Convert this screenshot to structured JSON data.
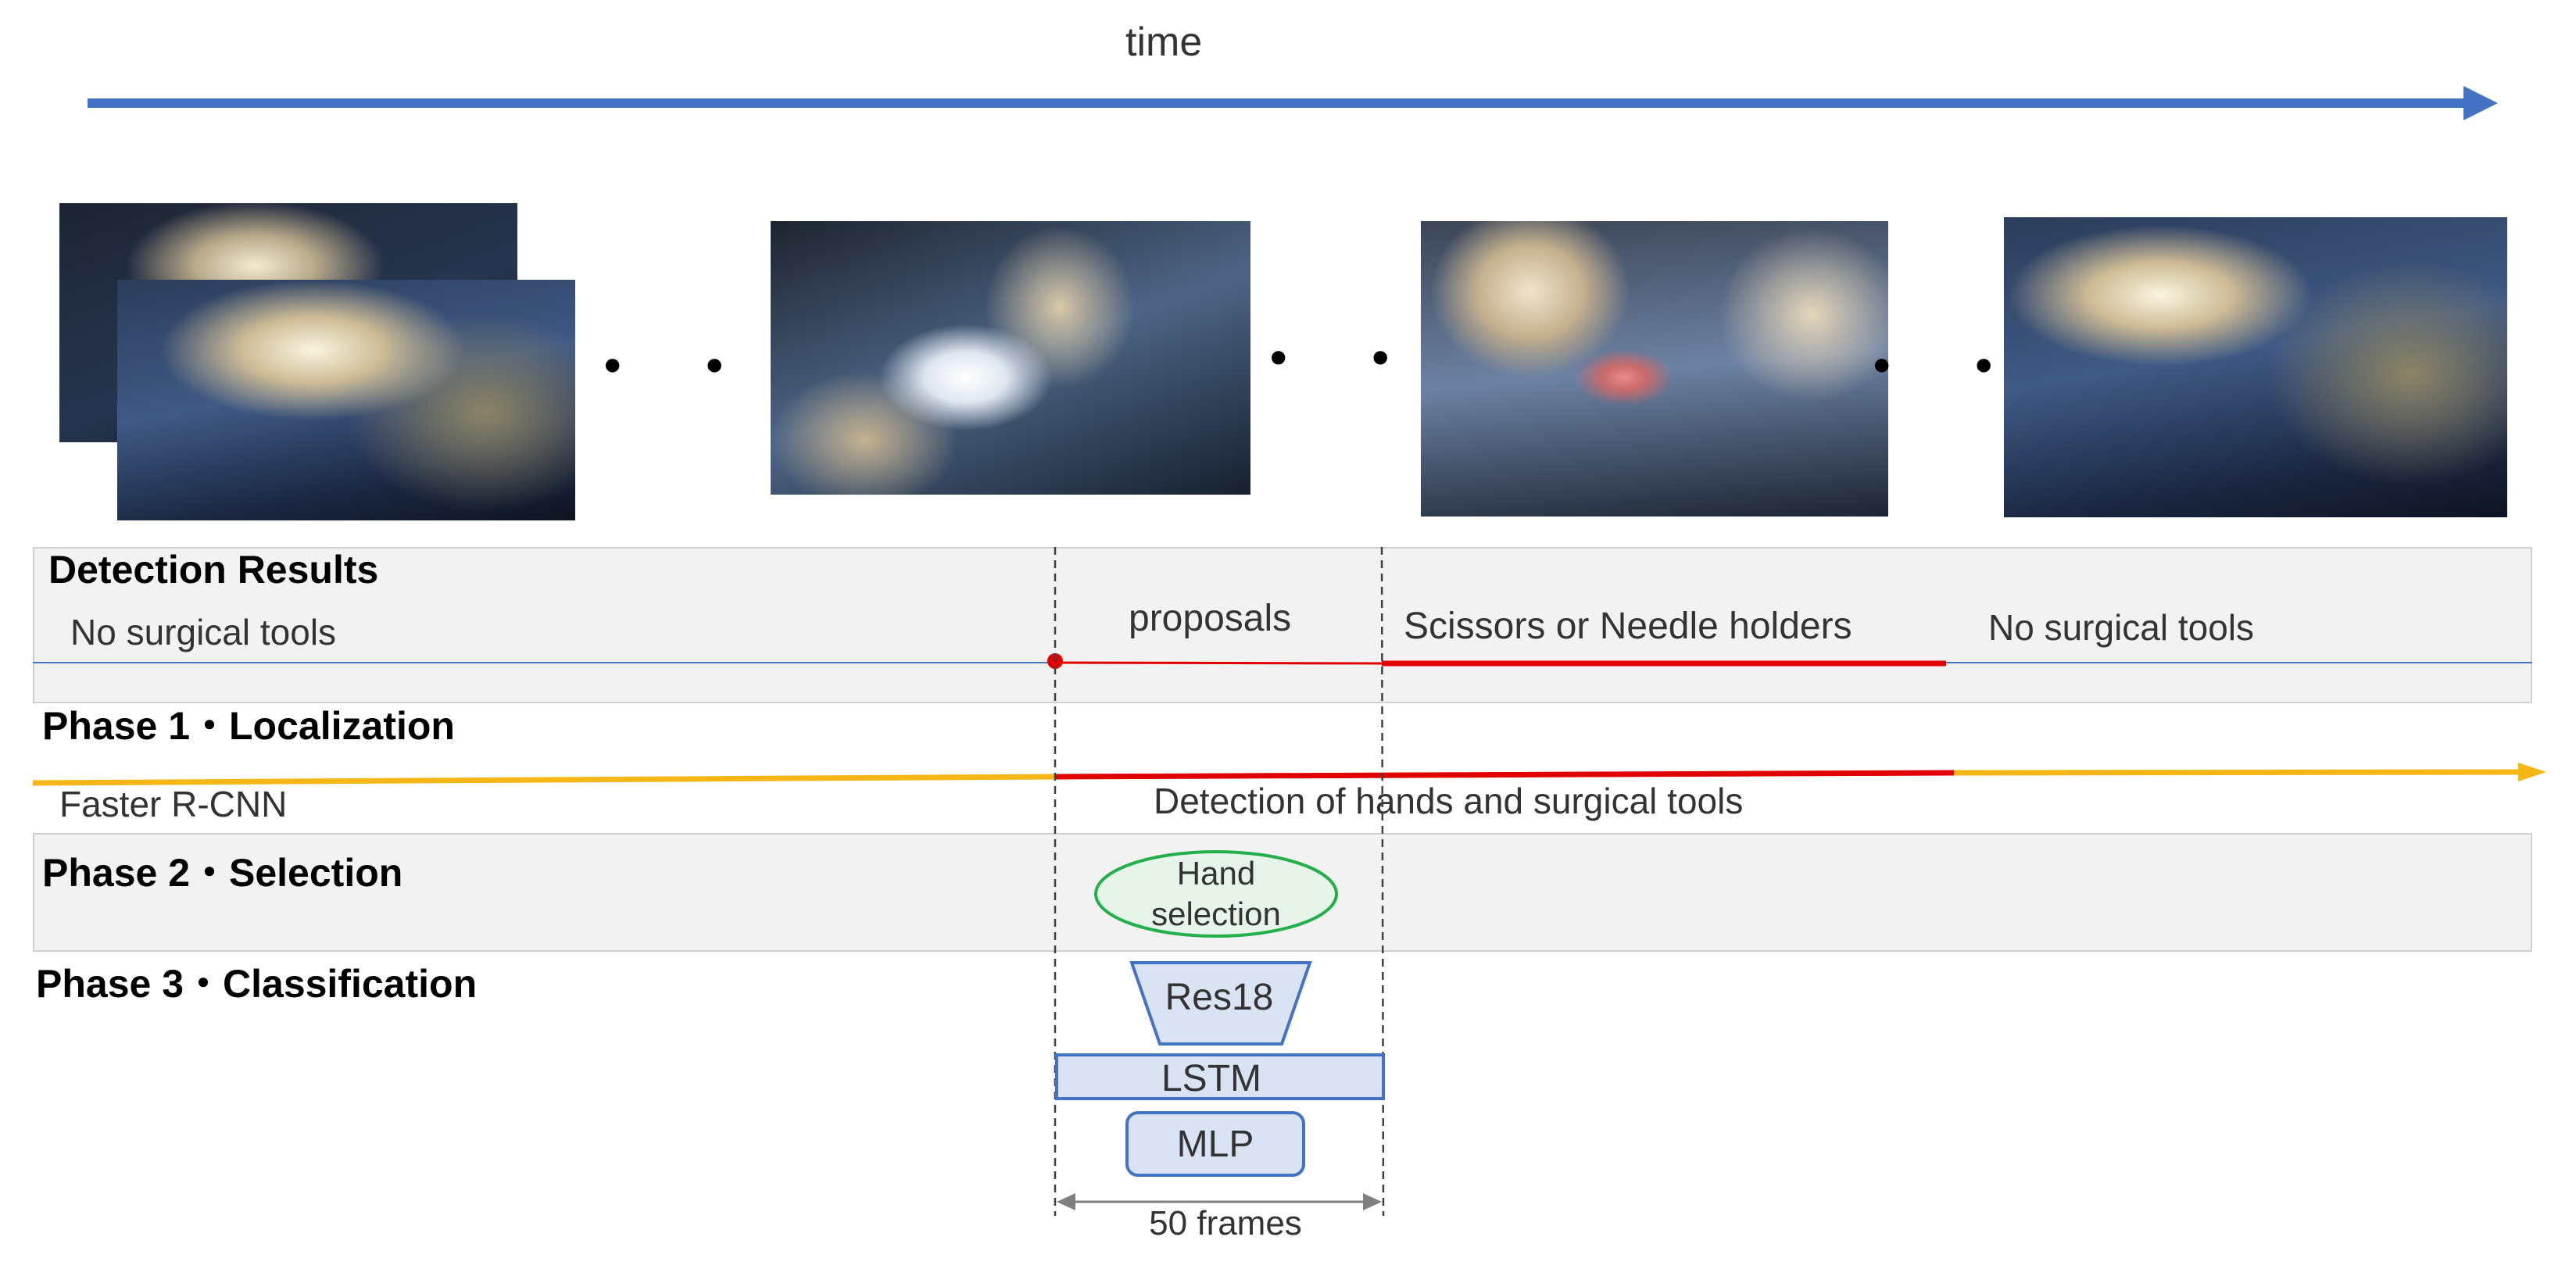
{
  "time_label": "time",
  "dots": "• • •",
  "detection": {
    "title": "Detection Results",
    "no_tools_left": "No surgical tools",
    "proposals": "proposals",
    "scissors": "Scissors or Needle holders",
    "no_tools_right": "No surgical tools"
  },
  "phase1": {
    "title": "Phase 1・Localization",
    "model": "Faster R-CNN",
    "detection_note": "Detection of hands and surgical tools"
  },
  "phase2": {
    "title": "Phase 2・Selection",
    "hand_line1": "Hand",
    "hand_line2": "selection"
  },
  "phase3": {
    "title": "Phase 3・Classification",
    "res18": "Res18",
    "lstm": "LSTM",
    "mlp": "MLP"
  },
  "frames_label": "50 frames",
  "colors": {
    "time_arrow": "#4472c4",
    "detect_red": "#e00000",
    "timeline_orange": "#f5b616",
    "hand_green": "#23b04b",
    "module_fill": "#dae3f3",
    "module_stroke": "#4472c4"
  }
}
